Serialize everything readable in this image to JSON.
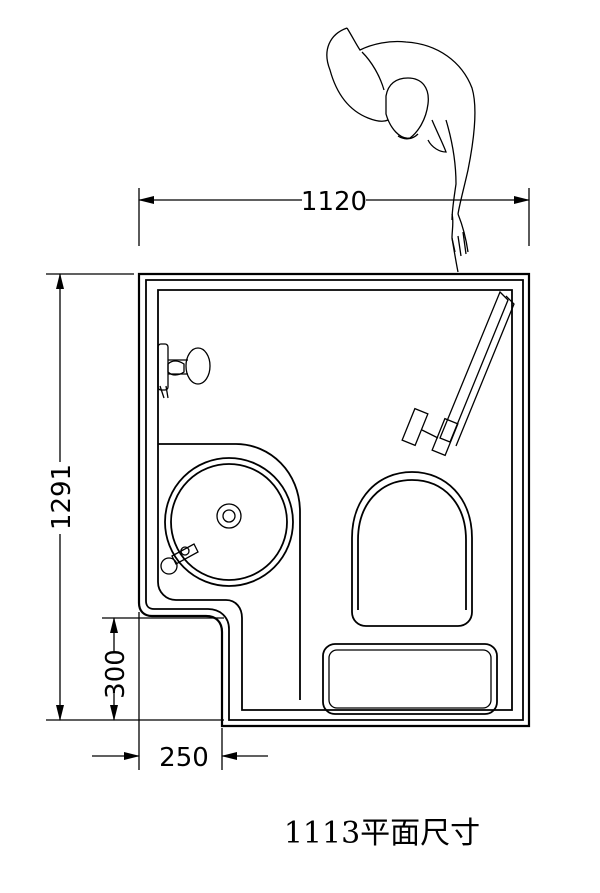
{
  "dimensions": {
    "width": "1120",
    "height": "1291",
    "notch_height": "300",
    "notch_width": "250"
  },
  "caption": "1113平面尺寸",
  "colors": {
    "line": "#000000",
    "background": "#ffffff"
  },
  "icons": {
    "person": "person-figure-icon",
    "toilet": "toilet-icon",
    "sink": "round-sink-icon",
    "door": "door-icon",
    "shower": "shower-head-icon"
  }
}
